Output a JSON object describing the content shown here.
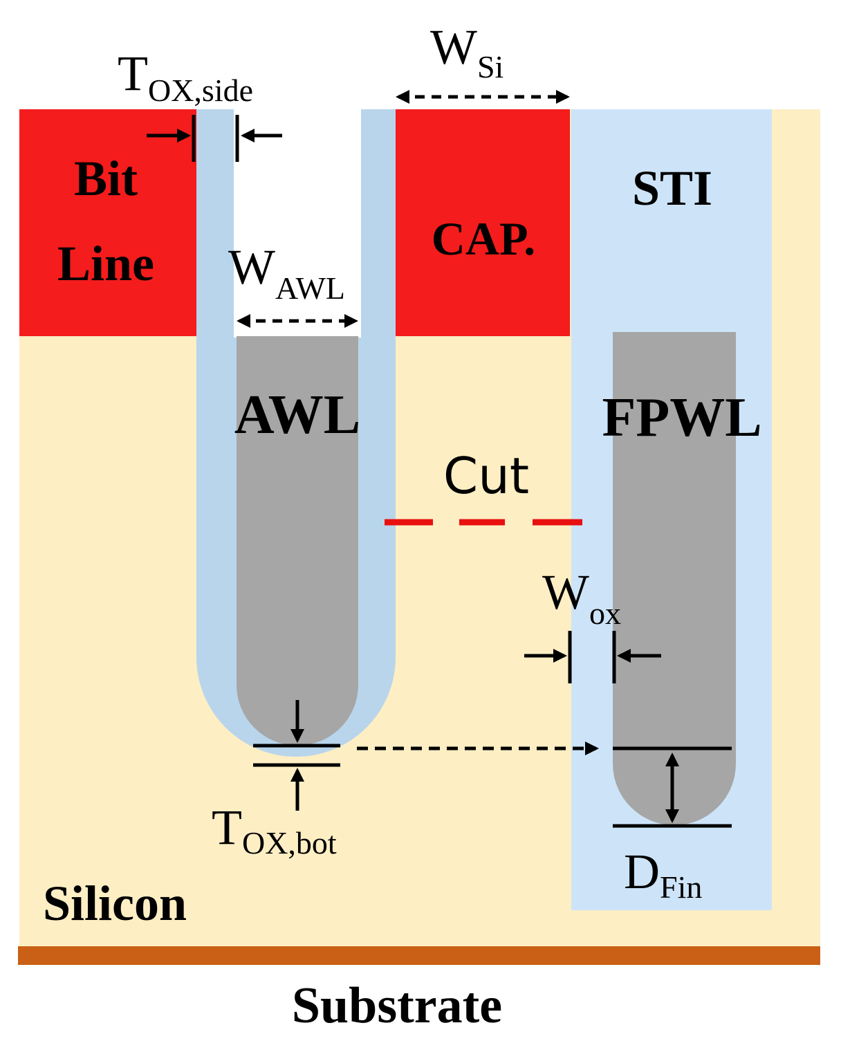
{
  "regions": {
    "bit_line": [
      "Bit",
      "Line"
    ],
    "cap": "CAP.",
    "sti": "STI",
    "awl": "AWL",
    "fpwl": "FPWL",
    "silicon": "Silicon",
    "substrate": "Substrate",
    "cut": "Cut"
  },
  "dimensions": {
    "tox_side": {
      "main": "T",
      "sub": "OX,side"
    },
    "w_si": {
      "main": "W",
      "sub": "Si"
    },
    "w_awl": {
      "main": "W",
      "sub": "AWL"
    },
    "w_ox": {
      "main": "W",
      "sub": "ox"
    },
    "tox_bot": {
      "main": "T",
      "sub": "OX,bot"
    },
    "d_fin": {
      "main": "D",
      "sub": "Fin"
    }
  },
  "colors": {
    "silicon": "#fdeec4",
    "electrode": "#f41c1c",
    "oxide": "#b9d5ec",
    "sti": "#cde4f8",
    "gate": "#a6a6a6",
    "substrate": "#c96016",
    "cut_line": "#e81010"
  }
}
